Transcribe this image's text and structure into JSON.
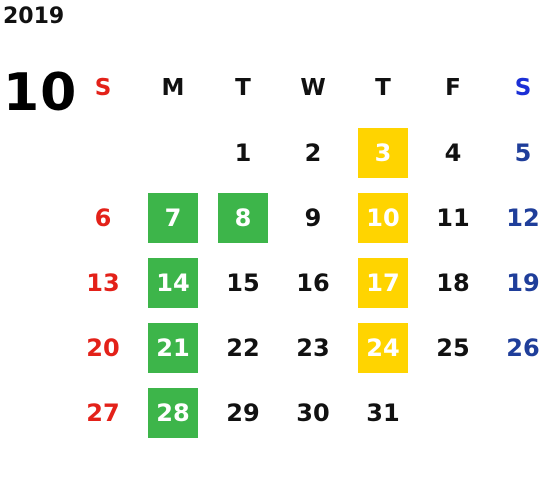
{
  "calendar": {
    "year": "2019",
    "month": "10",
    "weekdays": [
      "S",
      "M",
      "T",
      "W",
      "T",
      "F",
      "S"
    ],
    "weeks": [
      [
        {
          "day": "",
          "highlight": ""
        },
        {
          "day": "",
          "highlight": ""
        },
        {
          "day": "1",
          "highlight": ""
        },
        {
          "day": "2",
          "highlight": ""
        },
        {
          "day": "3",
          "highlight": "yellow"
        },
        {
          "day": "4",
          "highlight": ""
        },
        {
          "day": "5",
          "highlight": ""
        }
      ],
      [
        {
          "day": "6",
          "highlight": ""
        },
        {
          "day": "7",
          "highlight": "green"
        },
        {
          "day": "8",
          "highlight": "green"
        },
        {
          "day": "9",
          "highlight": ""
        },
        {
          "day": "10",
          "highlight": "yellow"
        },
        {
          "day": "11",
          "highlight": ""
        },
        {
          "day": "12",
          "highlight": ""
        }
      ],
      [
        {
          "day": "13",
          "highlight": ""
        },
        {
          "day": "14",
          "highlight": "green"
        },
        {
          "day": "15",
          "highlight": ""
        },
        {
          "day": "16",
          "highlight": ""
        },
        {
          "day": "17",
          "highlight": "yellow"
        },
        {
          "day": "18",
          "highlight": ""
        },
        {
          "day": "19",
          "highlight": ""
        }
      ],
      [
        {
          "day": "20",
          "highlight": ""
        },
        {
          "day": "21",
          "highlight": "green"
        },
        {
          "day": "22",
          "highlight": ""
        },
        {
          "day": "23",
          "highlight": ""
        },
        {
          "day": "24",
          "highlight": "yellow"
        },
        {
          "day": "25",
          "highlight": ""
        },
        {
          "day": "26",
          "highlight": ""
        }
      ],
      [
        {
          "day": "27",
          "highlight": ""
        },
        {
          "day": "28",
          "highlight": "green"
        },
        {
          "day": "29",
          "highlight": ""
        },
        {
          "day": "30",
          "highlight": ""
        },
        {
          "day": "31",
          "highlight": ""
        },
        {
          "day": "",
          "highlight": ""
        },
        {
          "day": "",
          "highlight": ""
        }
      ]
    ]
  },
  "colors": {
    "sunday": "#e32119",
    "saturday": "#1f3e9a",
    "saturday_header": "#1b2fd6",
    "green_highlight": "#3db54a",
    "yellow_highlight": "#ffd400"
  }
}
